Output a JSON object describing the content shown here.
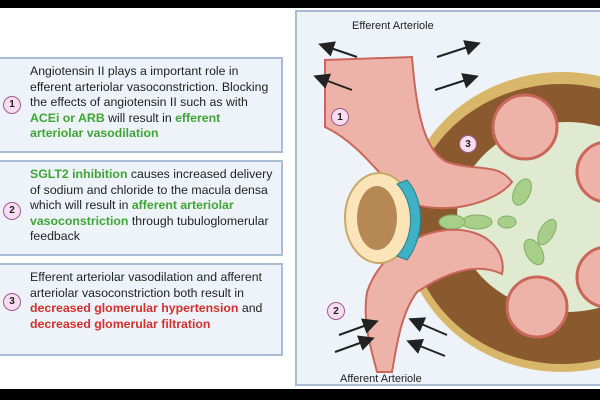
{
  "boxes": [
    {
      "number": "1",
      "parts": [
        {
          "text": "Angiotensin II plays a important role in efferent arteriolar vasoconstriction. Blocking the effects of angiotensin II such as with ",
          "style": "plain"
        },
        {
          "text": "ACEi or ARB",
          "style": "green"
        },
        {
          "text": " will result in ",
          "style": "plain"
        },
        {
          "text": "efferent arteriolar vasodilation",
          "style": "green"
        }
      ]
    },
    {
      "number": "2",
      "parts": [
        {
          "text": "SGLT2 inhibition",
          "style": "green"
        },
        {
          "text": " causes increased delivery of sodium and chloride to the macula densa which will result in ",
          "style": "plain"
        },
        {
          "text": "afferent arteriolar vasoconstriction",
          "style": "green"
        },
        {
          "text": " through tubuloglomerular feedback",
          "style": "plain"
        }
      ]
    },
    {
      "number": "3",
      "parts": [
        {
          "text": "Efferent arteriolar vasodilation and afferent arteriolar vasoconstriction both result in ",
          "style": "plain"
        },
        {
          "text": "decreased glomerular hypertension",
          "style": "red"
        },
        {
          "text": " and ",
          "style": "plain"
        },
        {
          "text": "decreased glomerular filtration",
          "style": "red"
        }
      ]
    }
  ],
  "diagram": {
    "efferent_label": "Efferent Arteriole",
    "afferent_label": "Afferent Arteriole",
    "markers": [
      "1",
      "2",
      "3"
    ]
  },
  "colors": {
    "green": "#3fa535",
    "red": "#d0312d",
    "panel_bg": "#eef3fa",
    "border": "#a9bcd6"
  }
}
